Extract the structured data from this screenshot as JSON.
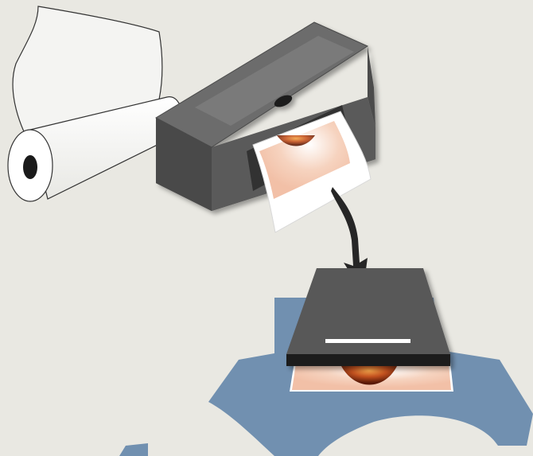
{
  "illustration": {
    "background_color": "#e9e8e2",
    "colors": {
      "paper": "#ffffff",
      "paper_shadow": "#f1f1ef",
      "printer_dark": "#3c3c3c",
      "printer_mid": "#5a5a5a",
      "printer_light": "#6e6e6e",
      "printer_top": "#7a7a7a",
      "arrow": "#262626",
      "press_shape": "#6f8fae",
      "press_plate": "#585858",
      "press_band": "#1e1e1e",
      "print_tint": "#f5c9b2",
      "print_dark": "#7a2a10"
    },
    "elements": [
      "paper-roll",
      "printer",
      "printed-sheet",
      "transfer-arrow",
      "heat-press",
      "transferred-print",
      "blue-shape-corner"
    ]
  }
}
